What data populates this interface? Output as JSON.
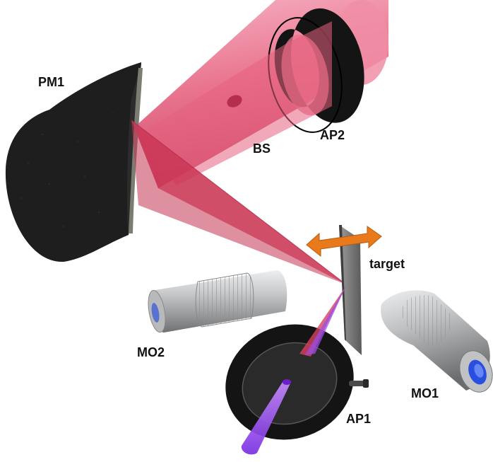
{
  "labels": {
    "pm1": "PM1",
    "bs": "BS",
    "ap2": "AP2",
    "target": "target",
    "mo2": "MO2",
    "mo1": "MO1",
    "ap1": "AP1"
  },
  "colors": {
    "beam_red": "#d8405e",
    "beam_violet": "#8a3cf0",
    "arrow_orange": "#e87a1c",
    "metal_silver": "#c4c6c8",
    "mirror_black": "#1e1e1e",
    "lens_blue": "#3a5ad8"
  }
}
